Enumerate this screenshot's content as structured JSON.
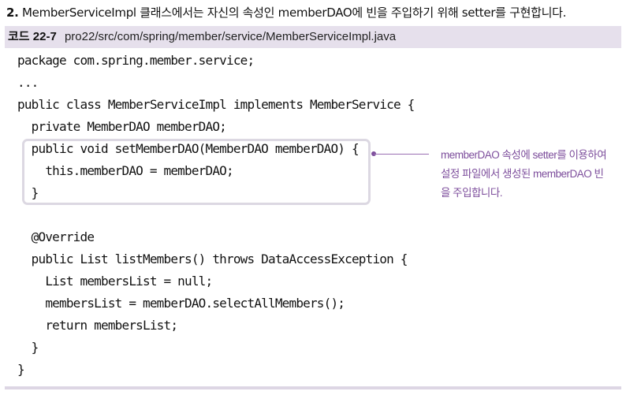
{
  "intro": {
    "number": "2.",
    "text": "MemberServiceImpl 클래스에서는 자신의 속성인 memberDAO에 빈을 주입하기 위해 setter를 구현합니다."
  },
  "listing": {
    "label": "코드 22-7",
    "path": "pro22/src/com/spring/member/service/MemberServiceImpl.java"
  },
  "code_lines": [
    "package com.spring.member.service;",
    "...",
    "public class MemberServiceImpl implements MemberService {",
    "  private MemberDAO memberDAO;",
    "  public void setMemberDAO(MemberDAO memberDAO) {",
    "    this.memberDAO = memberDAO;",
    "  }",
    "",
    "  @Override",
    "  public List listMembers() throws DataAccessException {",
    "    List membersList = null;",
    "    membersList = memberDAO.selectAllMembers();",
    "    return membersList;",
    "  }",
    "}"
  ],
  "annotation": {
    "line1": "memberDAO 속성에 setter를 이용하여",
    "line2": "설정 파일에서 생성된 memberDAO 빈",
    "line3": "을 주입합니다."
  }
}
